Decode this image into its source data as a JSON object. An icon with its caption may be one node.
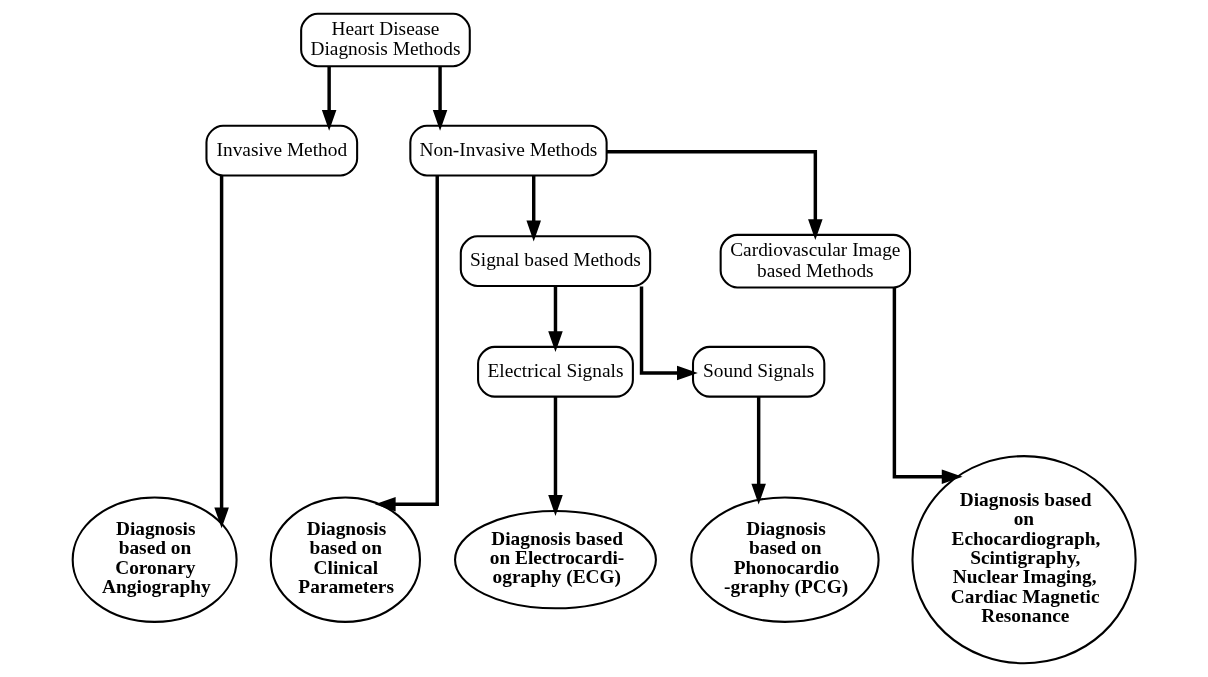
{
  "diagram": {
    "nodes": [
      {
        "text": [
          "Heart Disease Diagnosis Methods"
        ]
      },
      {
        "text": [
          "Invasive Method"
        ]
      },
      {
        "text": [
          "Non-Invasive Methods"
        ]
      },
      {
        "text": [
          "Signal based Methods"
        ]
      },
      {
        "text": [
          "Cardiovascular Image based Methods"
        ]
      },
      {
        "text": [
          "Electrical Signals"
        ]
      },
      {
        "text": [
          "Sound Signals"
        ]
      },
      {
        "text": [
          "Diagnosis based on Coronary Angiography"
        ]
      },
      {
        "text": [
          "Diagnosis based on Clinical Parameters"
        ]
      },
      {
        "text": [
          "Diagnosis based on Electrocardi- ography (ECG)"
        ]
      },
      {
        "text": [
          "Diagnosis based on Phonocardio -graphy (PCG)"
        ]
      },
      {
        "text": [
          "Diagnosis based on Echocardiograph, Scintigraphy, Nuclear Imaging, Cardiac Magnetic Resonance"
        ]
      }
    ],
    "edges": [
      {
        "from": 0,
        "to": 1,
        "arrow": "to"
      },
      {
        "from": 0,
        "to": 2,
        "arrow": "to"
      },
      {
        "from": 1,
        "to": 7,
        "arrow": "to"
      },
      {
        "from": 2,
        "to": 8,
        "arrow": "to"
      },
      {
        "from": 2,
        "to": 3,
        "arrow": "to"
      },
      {
        "from": 2,
        "to": 4,
        "arrow": "to"
      },
      {
        "from": 3,
        "to": 5,
        "arrow": "to"
      },
      {
        "from": 3,
        "to": 6,
        "arrow": "to"
      },
      {
        "from": 5,
        "to": 9,
        "arrow": "to"
      },
      {
        "from": 6,
        "to": 10,
        "arrow": "to"
      },
      {
        "from": 4,
        "to": 11,
        "arrow": "to"
      }
    ]
  }
}
